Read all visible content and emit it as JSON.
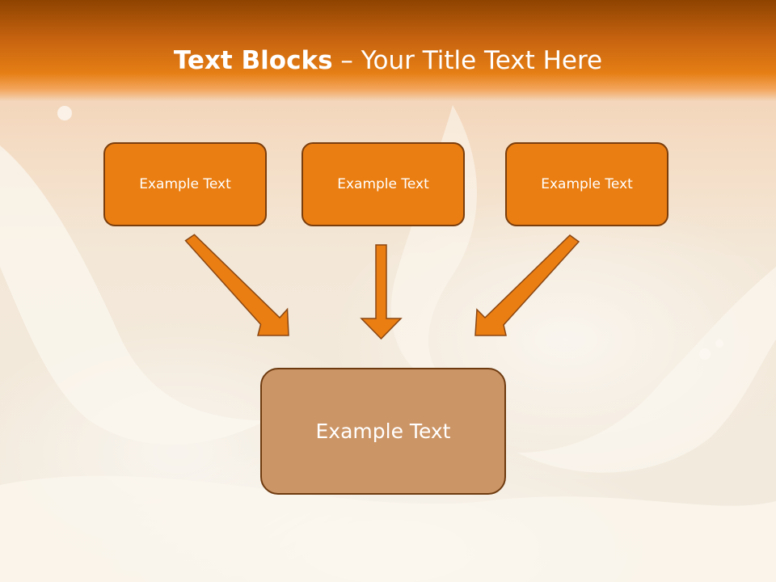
{
  "title": {
    "bold": "Text Blocks",
    "dash": " – ",
    "rest": "Your Title Text Here"
  },
  "blocks": {
    "top": [
      "Example Text",
      "Example Text",
      "Example Text"
    ],
    "bottom": "Example Text"
  },
  "colors": {
    "header": "#e57e14",
    "box_fill": "#ea7e12",
    "box_border": "#7a3d0c",
    "bottom_fill": "#cc9566",
    "arrow": "#ea7e12"
  }
}
